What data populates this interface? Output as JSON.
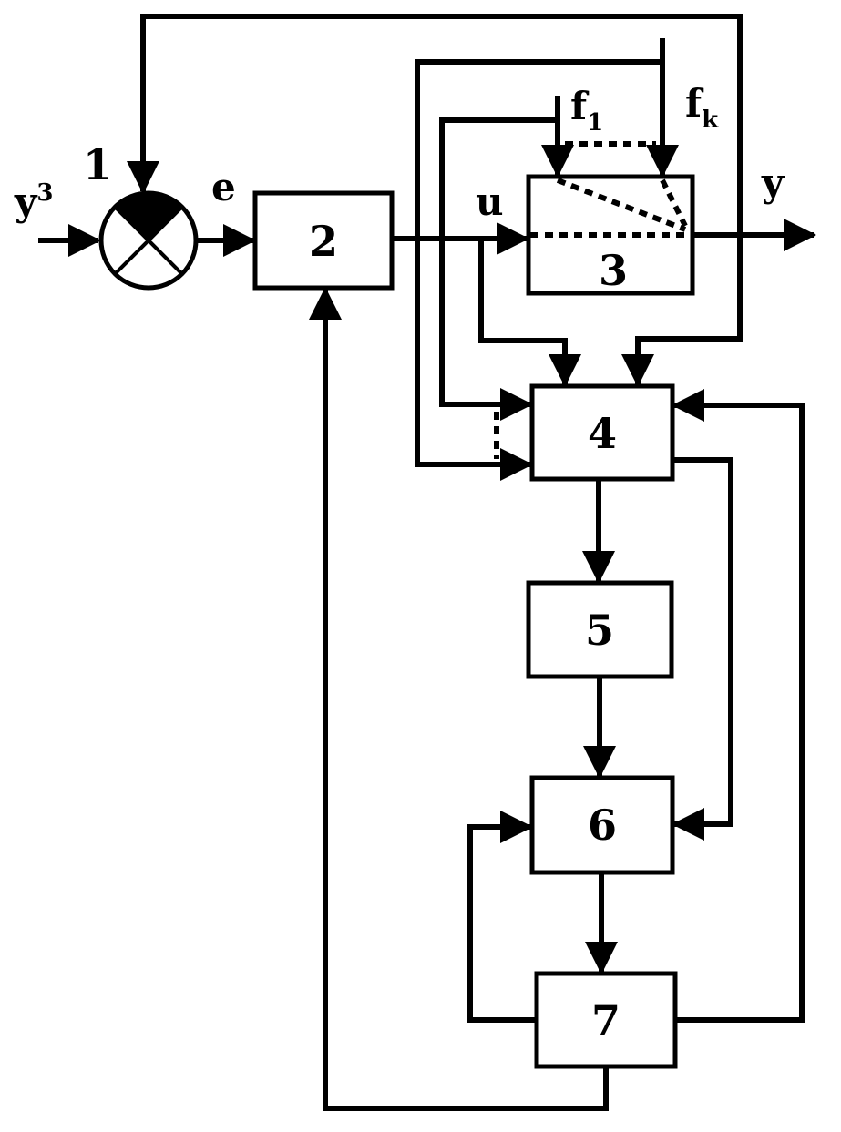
{
  "blocks": {
    "comparator": "1",
    "b2": "2",
    "b3": "3",
    "b4": "4",
    "b5": "5",
    "b6": "6",
    "b7": "7"
  },
  "signals": {
    "setpoint": "y",
    "setpoint_sup": "3",
    "error": "e",
    "control": "u",
    "output": "y",
    "dist_first": "f",
    "dist_first_sub": "1",
    "dist_last": "f",
    "dist_last_sub": "k"
  }
}
